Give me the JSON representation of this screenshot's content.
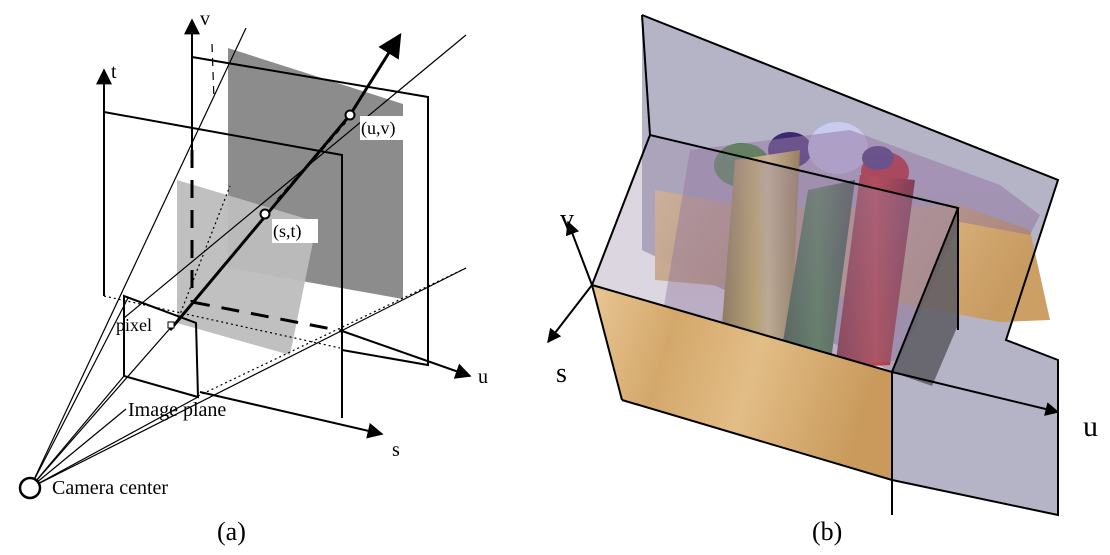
{
  "panel_a": {
    "axis_t": "t",
    "axis_v": "v",
    "axis_u": "u",
    "axis_s": "s",
    "point_uv": "(u,v)",
    "point_st": "(s,t)",
    "pixel_label": "pixel",
    "image_plane_label": "Image plane",
    "camera_center_label": "Camera center",
    "caption": "(a)"
  },
  "panel_b": {
    "axis_v": "v",
    "axis_s": "s",
    "axis_u": "u",
    "caption": "(b)"
  },
  "colors": {
    "dark_plane": "#8c8c8c",
    "light_plane": "#bdbdbd",
    "background_plane": "#b5b3c6",
    "wood": "#d9b37a"
  }
}
